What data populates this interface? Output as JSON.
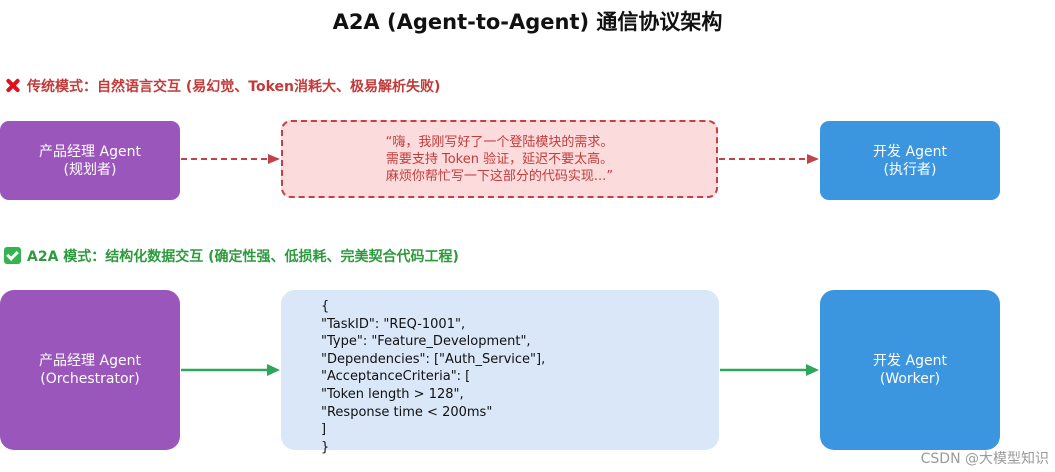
{
  "title": "A2A (Agent-to-Agent) 通信协议架构",
  "traditional": {
    "label": "传统模式：自然语言交互 (易幻觉、Token消耗大、极易解析失败)",
    "label_icon": "cross-mark-icon",
    "label_color": "#c23a3a",
    "left_node": {
      "line1": "产品经理 Agent",
      "line2": "(规划者)"
    },
    "right_node": {
      "line1": "开发 Agent",
      "line2": "(执行者)"
    },
    "message_lines": [
      "“嗨，我刚写好了一个登陆模块的需求。",
      "需要支持 Token 验证，延迟不要太高。",
      "麻烦你帮忙写一下这部分的代码实现...”"
    ],
    "arrow_color": "#c0434a"
  },
  "a2a": {
    "label": "A2A 模式：结构化数据交互 (确定性强、低损耗、完美契合代码工程)",
    "label_icon": "check-mark-icon",
    "label_color": "#2e9a3e",
    "left_node": {
      "line1": "产品经理 Agent",
      "line2": "(Orchestrator)"
    },
    "right_node": {
      "line1": "开发 Agent",
      "line2": "(Worker)"
    },
    "json_lines": [
      "{",
      "\"TaskID\": \"REQ-1001\",",
      "\"Type\": \"Feature_Development\",",
      "\"Dependencies\": [\"Auth_Service\"],",
      "\"AcceptanceCriteria\": [",
      "\"Token length > 128\",",
      "\"Response time < 200ms\"",
      "]",
      "}"
    ],
    "arrow_color": "#2fa65a"
  },
  "colors": {
    "node_purple": "#9b56bb",
    "node_blue": "#3b96df"
  },
  "watermark": "CSDN @大模型知识"
}
